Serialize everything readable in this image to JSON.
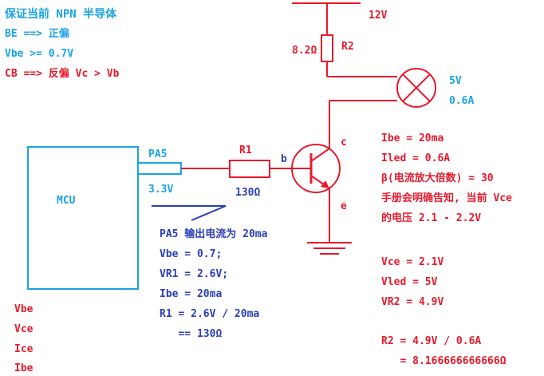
{
  "notes_topleft": {
    "line1": "保证当前 NPN 半导体",
    "line2": "BE ==> 正偏",
    "line3": "Vbe >= 0.7V",
    "line4": "CB ==> 反偏 Vc > Vb"
  },
  "circuit": {
    "mcu_label": "MCU",
    "pin_label": "PA5",
    "pin_voltage": "3.3V",
    "r1_label": "R1",
    "r1_value": "130Ω",
    "base_label": "b",
    "collector_label": "c",
    "emitter_label": "e",
    "supply_label": "12V",
    "r2_label": "R2",
    "r2_value": "8.2Ω",
    "lamp_voltage": "5V",
    "lamp_current": "0.6A"
  },
  "calc_middle": [
    "PA5 输出电流为 20ma",
    "Vbe = 0.7;",
    "VR1 = 2.6V;",
    "Ibe = 20ma",
    "R1 = 2.6V / 20ma",
    "   == 130Ω"
  ],
  "calc_right": [
    "Ibe = 20ma",
    "Iled = 0.6A",
    "β(电流放大倍数) = 30",
    "手册会明确告知, 当前 Vce",
    "的电压 2.1 - 2.2V"
  ],
  "calc_right2": [
    "Vce = 2.1V",
    "Vled = 5V",
    "VR2 = 4.9V"
  ],
  "calc_right3": [
    "R2 = 4.9V / 0.6A",
    "   = 8.166666666666Ω"
  ],
  "bottom_left": [
    "Vbe",
    "Vce",
    "Ice",
    "Ibe"
  ],
  "colors": {
    "blue": "#1aa3e8",
    "red": "#e8192c",
    "navy": "#2b3fb5"
  }
}
